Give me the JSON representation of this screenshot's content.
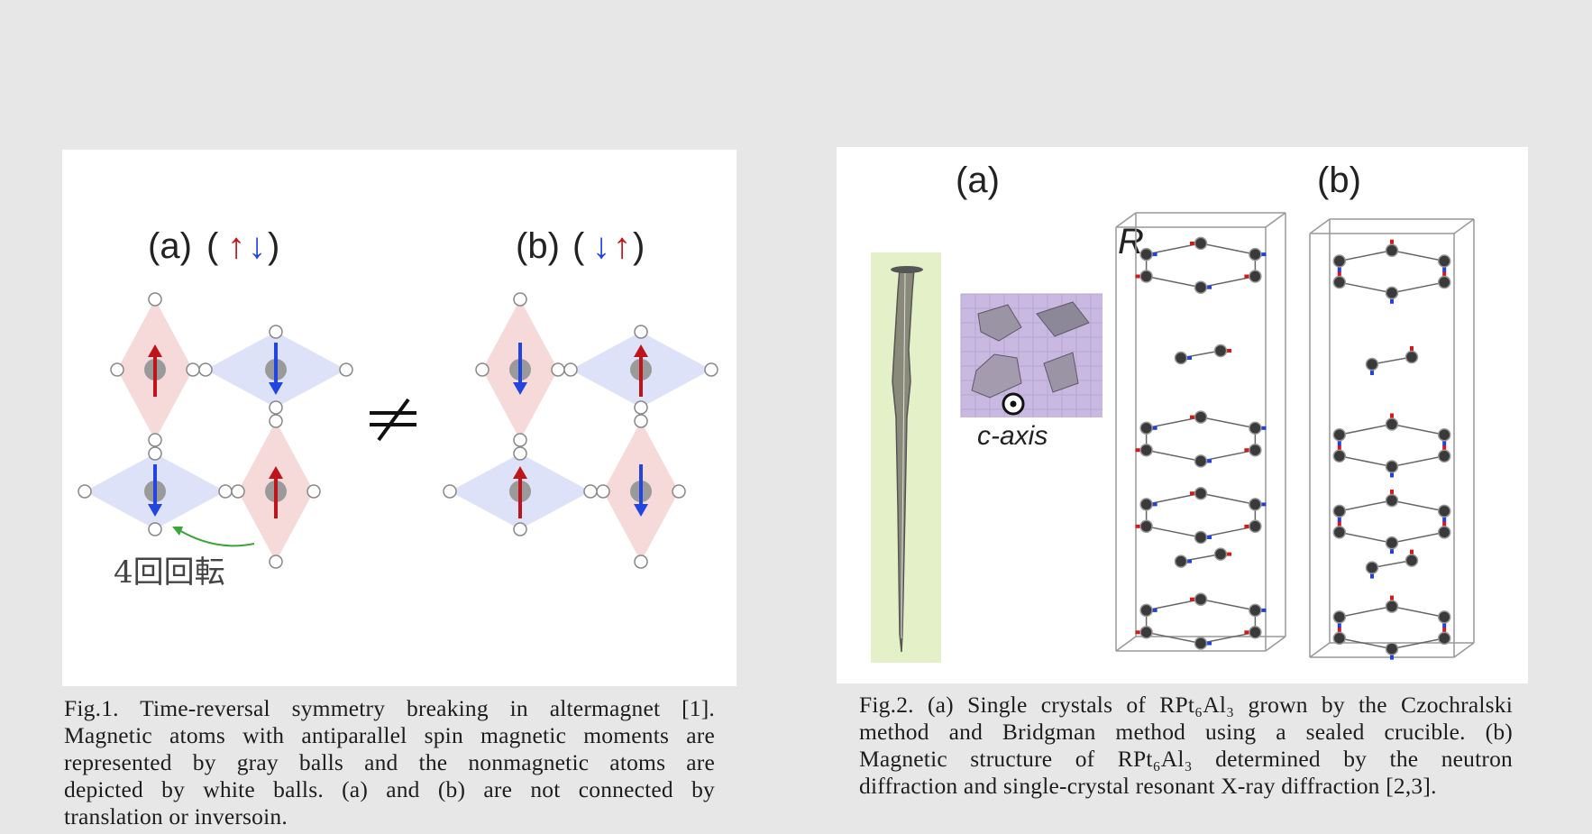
{
  "figure1": {
    "label_a": "(a)",
    "label_b": "(b)",
    "label_a_spins": "↑↓",
    "label_b_spins": "↓↑",
    "not_equal_symbol": "≠",
    "rotation_label": "4回回転",
    "caption_lines": [
      "Fig.1. Time-reversal symmetry breaking in altermagnet [1].",
      "Magnetic atoms with antiparallel spin magnetic moments are",
      "represented by gray balls and the nonmagnetic atoms are",
      "depicted by white balls. (a) and (b) are not connected by",
      "translation or inversoin."
    ],
    "colors": {
      "up_arrow": "#c0141c",
      "down_arrow": "#2244e0",
      "red_diamond": "#f6dada",
      "blue_diamond": "#dde2f8",
      "rotation_arrow": "#3aa53a"
    }
  },
  "figure2": {
    "label_a": "(a)",
    "label_b": "(b)",
    "label_R": "R",
    "label_caxis": "c-axis",
    "caption_lines": [
      "Fig.2. (a) Single crystals of RPt₆Al₃ grown by the Czochralski",
      "method and Bridgman method using a sealed crucible. (b)",
      "Magnetic structure of RPt₆Al₃ determined by the neutron",
      "diffraction and single-crystal resonant X-ray diffraction [2,3]."
    ],
    "colors": {
      "crystal_bg": "#e4f0c8",
      "photo_bg": "#c9b8e0",
      "red_moment": "#d81818",
      "blue_moment": "#2040e0"
    }
  }
}
